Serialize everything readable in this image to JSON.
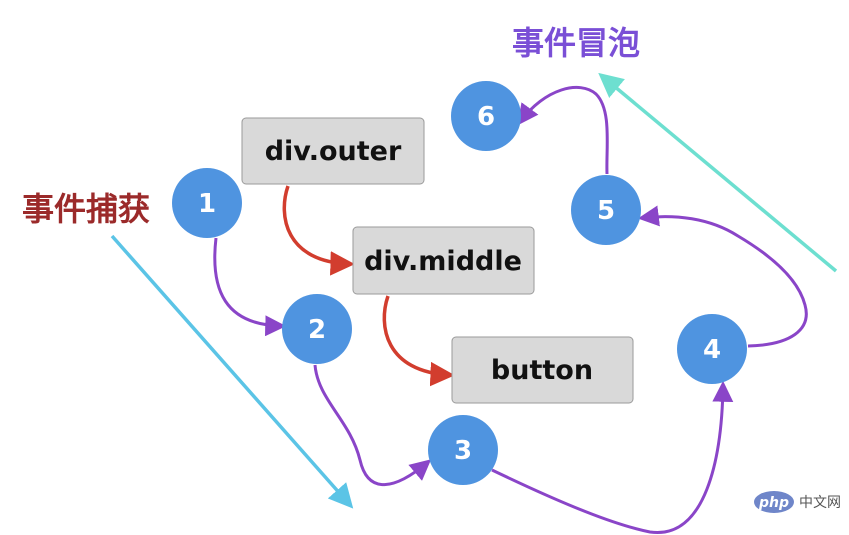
{
  "labels": {
    "capture": "事件捕获",
    "bubble": "事件冒泡"
  },
  "boxes": {
    "outer": "div.outer",
    "middle": "div.middle",
    "button": "button"
  },
  "steps": [
    "1",
    "2",
    "3",
    "4",
    "5",
    "6"
  ],
  "watermark": {
    "badge": "php",
    "text": "中文网"
  },
  "colors": {
    "capture_label": "#9b2a2a",
    "bubble_label": "#7a4fd6",
    "circle_fill": "#4f94e0",
    "box_fill": "#d9d9d9",
    "box_stroke": "#9a9a9a",
    "purple_arrow": "#8a45c8",
    "red_arrow": "#d23d2e",
    "capture_arrow": "#5bc4e6",
    "bubble_arrow": "#6ddfd0",
    "watermark_badge": "#6f86c9"
  }
}
